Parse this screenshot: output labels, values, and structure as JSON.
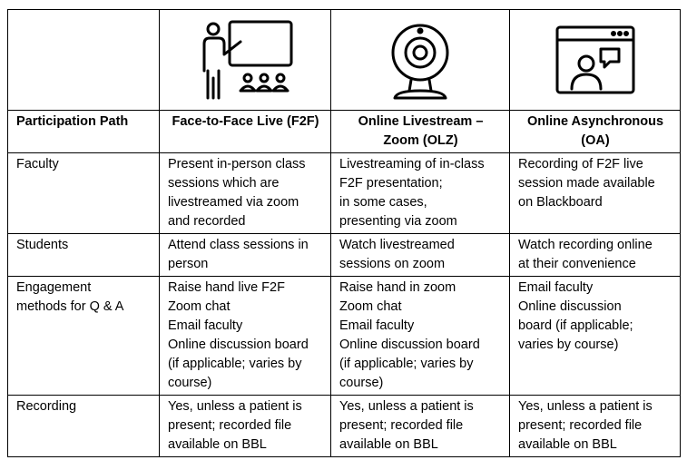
{
  "icons": {
    "f2f": "teacher-presenting-icon",
    "olz": "webcam-icon",
    "oa": "video-call-window-icon"
  },
  "header": {
    "path_label": "Participation Path",
    "f2f": "Face-to-Face Live (F2F)",
    "olz": [
      "Online Livestream –",
      "Zoom (OLZ)"
    ],
    "oa": [
      "Online Asynchronous",
      "(OA)"
    ]
  },
  "rows": [
    {
      "label": [
        "Faculty"
      ],
      "f2f": [
        "Present in-person class",
        "sessions which are",
        "livestreamed via zoom",
        "and recorded"
      ],
      "olz": [
        "Livestreaming of in-class",
        "F2F presentation;",
        "in some cases,",
        "presenting via zoom"
      ],
      "oa": [
        "Recording of F2F live",
        "session made available",
        "on Blackboard"
      ]
    },
    {
      "label": [
        "Students"
      ],
      "f2f": [
        "Attend class sessions in",
        "person"
      ],
      "olz": [
        "Watch livestreamed",
        "sessions on zoom"
      ],
      "oa": [
        "Watch recording online",
        "at their convenience"
      ]
    },
    {
      "label": [
        "Engagement",
        "methods for Q & A"
      ],
      "f2f": [
        "Raise hand live F2F",
        "Zoom chat",
        "Email faculty",
        "Online discussion board",
        "(if applicable; varies by",
        "course)"
      ],
      "olz": [
        "Raise hand in zoom",
        "Zoom chat",
        "Email faculty",
        "Online discussion board",
        "(if applicable; varies by",
        "course)"
      ],
      "oa": [
        "Email faculty",
        "Online discussion",
        "board (if applicable;",
        "varies by course)"
      ]
    },
    {
      "label": [
        "Recording"
      ],
      "f2f": [
        "Yes, unless a patient is",
        "present; recorded file",
        "available on BBL"
      ],
      "olz": [
        "Yes, unless a patient is",
        "present; recorded file",
        "available on BBL"
      ],
      "oa": [
        "Yes, unless a patient is",
        "present; recorded file",
        "available on BBL"
      ]
    }
  ]
}
